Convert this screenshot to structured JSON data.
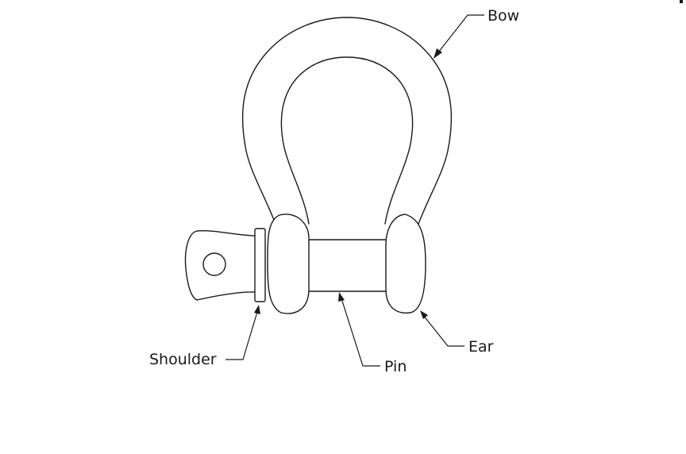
{
  "labels": {
    "bow": "Bow",
    "ear": "Ear",
    "pin": "Pin",
    "shoulder": "Shoulder"
  }
}
